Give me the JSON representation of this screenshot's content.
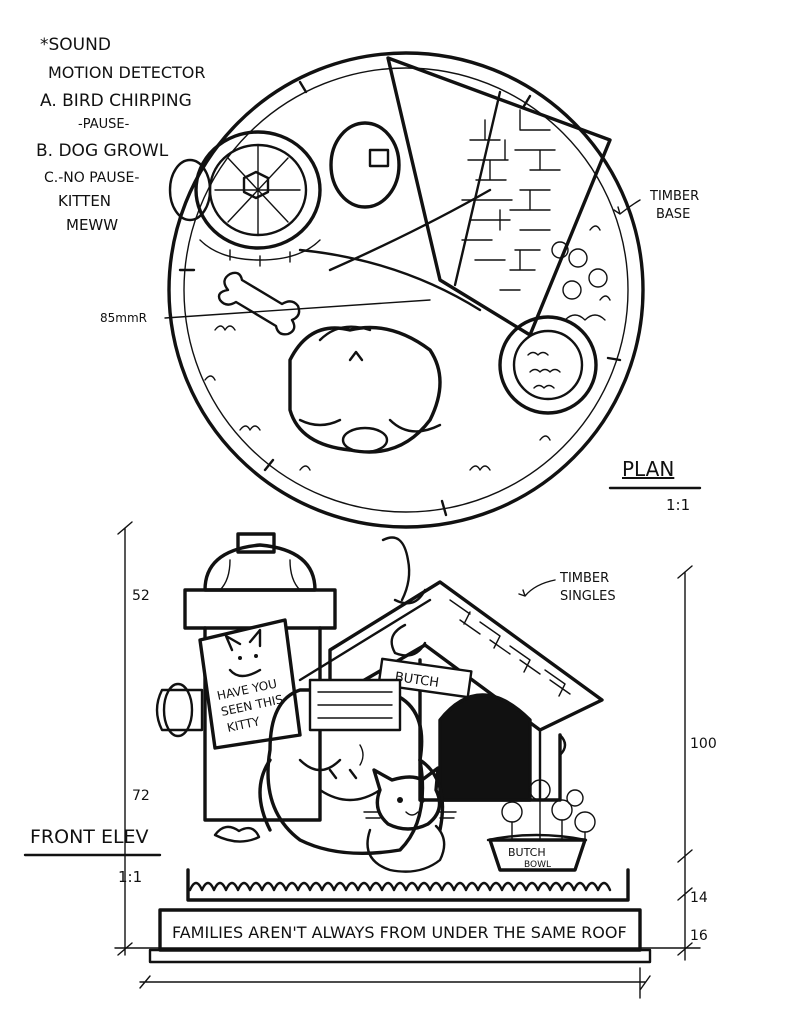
{
  "notes": {
    "sensor_line1": "*SOUND",
    "sensor_line2": "MOTION DETECTOR",
    "item_a": "A. BIRD CHIRPING",
    "item_a_sub": "-PAUSE-",
    "item_b": "B. DOG GROWL",
    "item_c": "C.-NO PAUSE-",
    "item_c_sub1": "KITTEN",
    "item_c_sub2": "MEWW"
  },
  "plan": {
    "label": "PLAN",
    "scale": "1:1",
    "timber_base_1": "TIMBER",
    "timber_base_2": "BASE",
    "radius_label": "85mmR"
  },
  "elevation": {
    "label": "FRONT ELEV",
    "scale": "1:1",
    "timber_singles_1": "TIMBER",
    "timber_singles_2": "SINGLES",
    "dim_52": "52",
    "dim_72": "72",
    "dim_100": "100",
    "dim_14": "14",
    "dim_16": "16",
    "poster_text_1": "HAVE YOU",
    "poster_text_2": "SEEN THIS",
    "poster_text_3": "KITTY",
    "doghouse_sign": "BUTCH",
    "bowl_label_1": "BUTCH",
    "bowl_label_2": "BOWL",
    "plinth_text": "FAMILIES AREN'T ALWAYS FROM UNDER THE SAME ROOF"
  }
}
